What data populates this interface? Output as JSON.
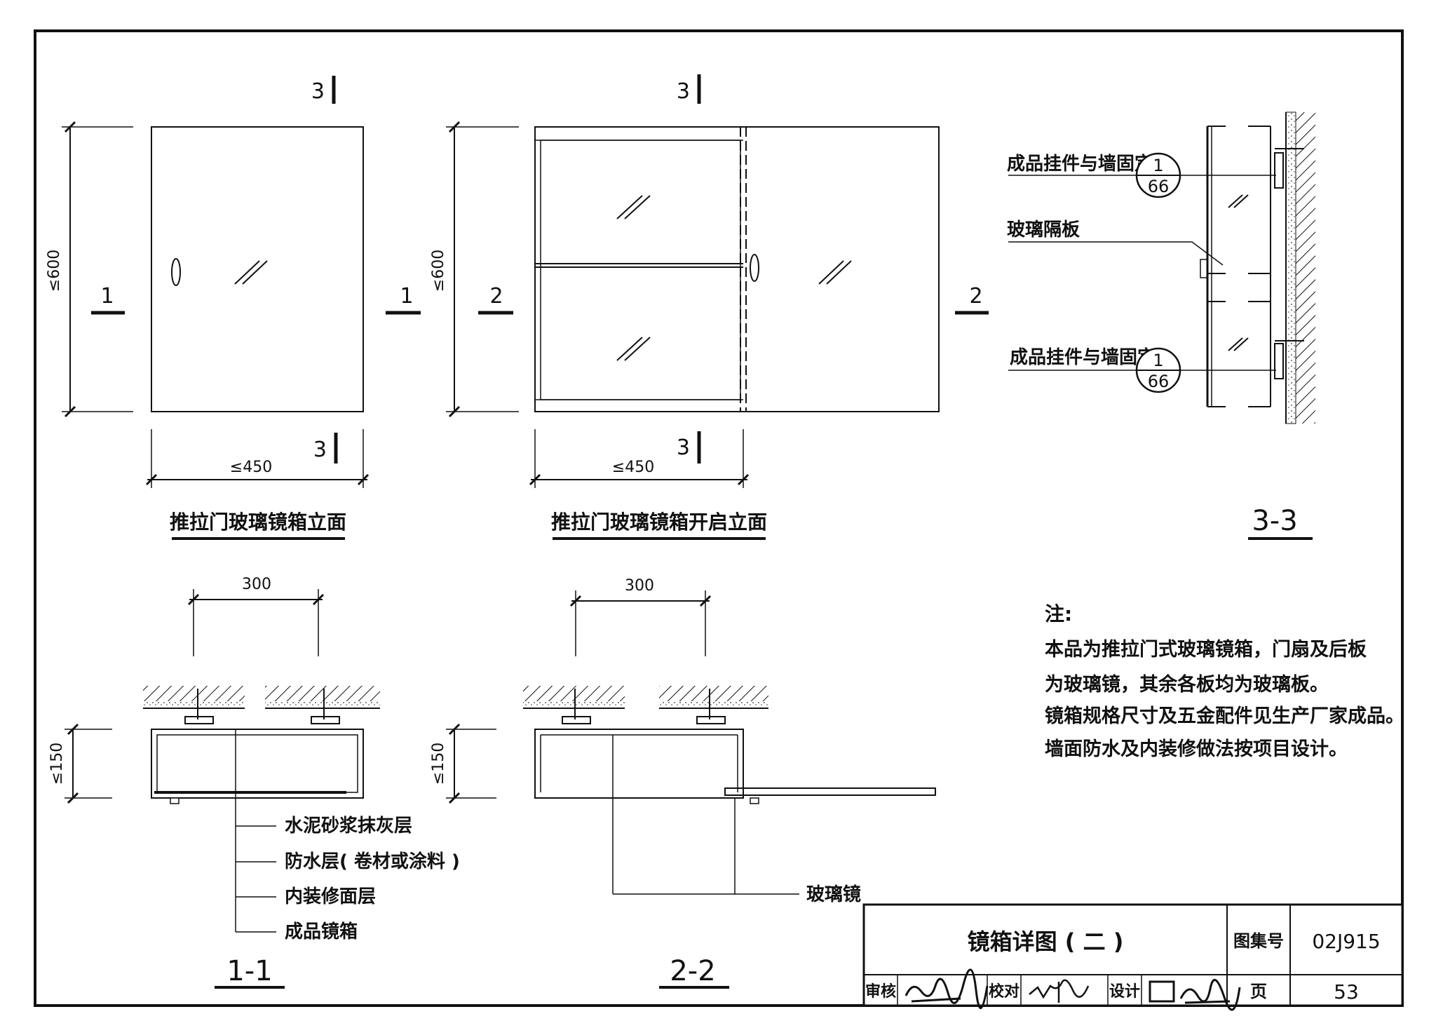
{
  "section_marks": {
    "three_a_top": "3",
    "three_b_top": "3",
    "three_a_bottom": "3",
    "three_b_bottom": "3",
    "one_left": "1",
    "one_right": "1",
    "two_left": "2",
    "two_right": "2"
  },
  "dimensions": {
    "height_a": "≤600",
    "height_b": "≤600",
    "width_a": "≤450",
    "width_b": "≤450",
    "plan_width_a": "300",
    "plan_width_b": "300",
    "depth_a": "≤150",
    "depth_b": "≤150"
  },
  "elevation_captions": {
    "closed": "推拉门玻璃镜箱立面",
    "open": "推拉门玻璃镜箱开启立面"
  },
  "section_titles": {
    "s11": "1-1",
    "s22": "2-2",
    "s33": "3-3"
  },
  "section_3_3": {
    "fix_label_1": "成品挂件与墙固定",
    "fix_label_2": "成品挂件与墙固定",
    "glass_shelf": "玻璃隔板",
    "detail_ref_1": {
      "top": "1",
      "bottom": "66"
    },
    "detail_ref_2": {
      "top": "1",
      "bottom": "66"
    }
  },
  "layer_labels": [
    "水泥砂浆抹灰层",
    "防水层( 卷材或涂料 )",
    "内装修面层",
    "成品镜箱"
  ],
  "mirror_label": "玻璃镜",
  "notes": {
    "heading": "注:",
    "lines": [
      "本品为推拉门式玻璃镜箱，门扇及后板",
      "为玻璃镜，其余各板均为玻璃板。",
      "镜箱规格尺寸及五金配件见生产厂家成品。",
      "墙面防水及内装修做法按项目设计。"
    ]
  },
  "title_block": {
    "drawing_title": "镜箱详图 ( 二 )",
    "atlas_label": "图集号",
    "atlas_number": "02J915",
    "review_label": "审核",
    "check_label": "校对",
    "design_label": "设计",
    "page_label": "页",
    "page_number": "53"
  }
}
